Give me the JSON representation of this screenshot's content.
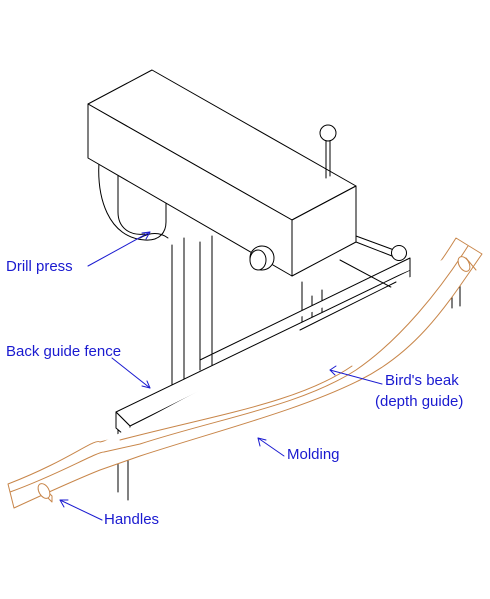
{
  "labels": {
    "drill_press": "Drill press",
    "back_guide_fence": "Back guide fence",
    "birds_beak_line1": "Bird's beak",
    "birds_beak_line2": "(depth guide)",
    "molding": "Molding",
    "handles": "Handles"
  },
  "colors": {
    "line": "#000000",
    "wood": "#c8864a",
    "label": "#1a1ad0"
  }
}
